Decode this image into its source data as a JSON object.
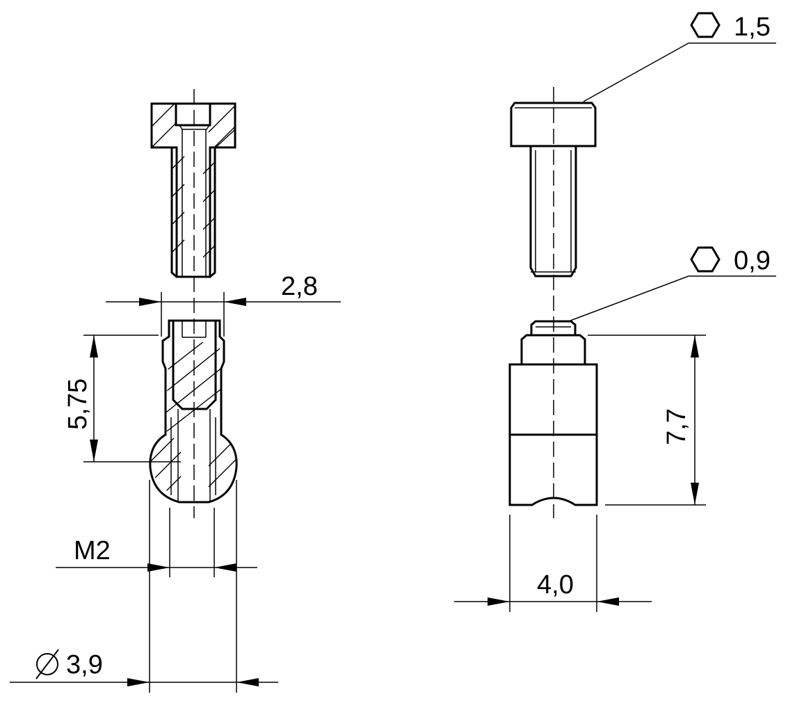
{
  "dimensions": {
    "hex_key_top": "1,5",
    "hex_key_bottom": "0,9",
    "width_2_8": "2,8",
    "length_5_75": "5,75",
    "thread_m2": "M2",
    "diameter_3_9": "3,9",
    "width_4_0": "4,0",
    "height_7_7": "7,7"
  },
  "symbols": {
    "hexagon": "hex-key-icon",
    "diameter": "diameter-icon"
  }
}
